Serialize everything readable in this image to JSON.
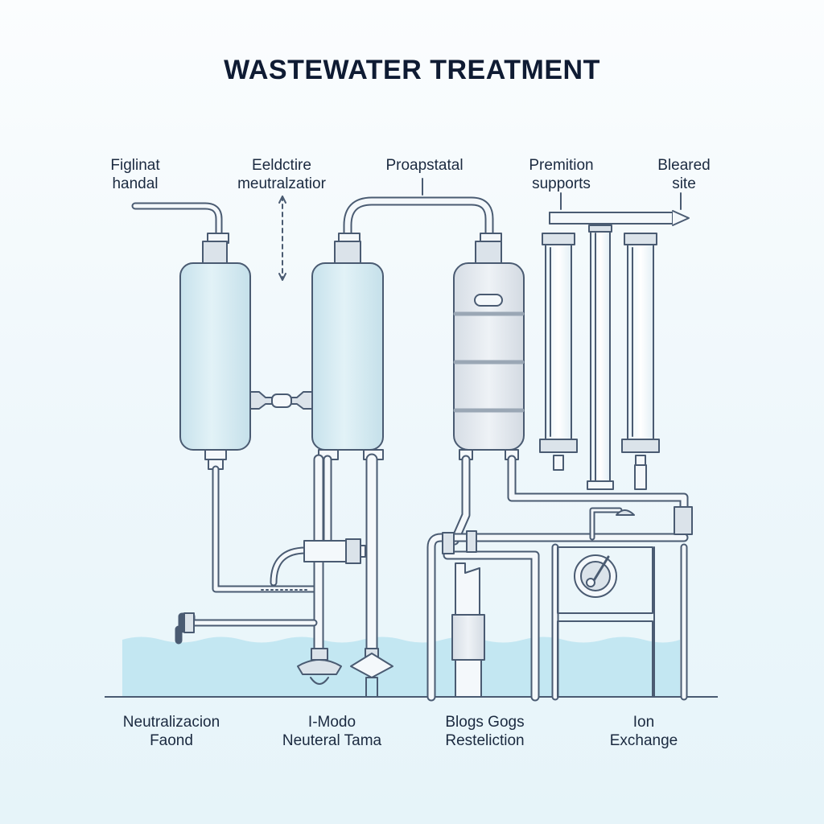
{
  "title": "WASTEWATER TREATMENT",
  "top_labels": [
    {
      "text": "Figlinat\nhandal"
    },
    {
      "text": "Eeldctire\nmeutralzatior"
    },
    {
      "text": "Proapstatal"
    },
    {
      "text": "Premition\nsupports"
    },
    {
      "text": "Bleared\nsite"
    }
  ],
  "bottom_labels": [
    {
      "text": "Neutralizacion\nFaond"
    },
    {
      "text": "I-Modo\nNeuteral Tama"
    },
    {
      "text": "Blogs Gogs\nResteliction"
    },
    {
      "text": "Ion\nExchange"
    }
  ],
  "colors": {
    "pipe_stroke": "#4a5b72",
    "pipe_fill": "#f4f8fb",
    "tank_fill": "#d3e9f0",
    "tank_stroke": "#4a5b72",
    "water": "#bfe6f1",
    "text": "#16243a"
  }
}
